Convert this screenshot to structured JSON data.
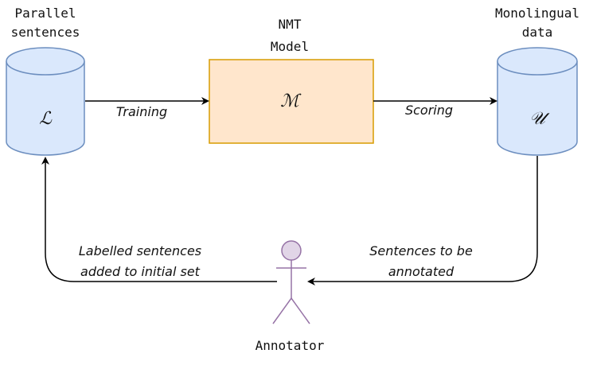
{
  "nodes": {
    "parallel": {
      "label_line1": "Parallel",
      "label_line2": "sentences",
      "symbol": "ℒ"
    },
    "model": {
      "label_line1": "NMT",
      "label_line2": "Model",
      "symbol": "ℳ"
    },
    "monolingual": {
      "label_line1": "Monolingual",
      "label_line2": "data",
      "symbol": "𝒰"
    },
    "annotator": {
      "label": "Annotator"
    }
  },
  "edges": {
    "training": "Training",
    "scoring": "Scoring",
    "to_annotate_line1": "Sentences to be",
    "to_annotate_line2": "annotated",
    "labelled_line1": "Labelled sentences",
    "labelled_line2": "added to initial set"
  },
  "colors": {
    "cylinder_fill": "#dae8fc",
    "cylinder_stroke": "#6c8ebf",
    "model_fill": "#ffe6cc",
    "model_stroke": "#d79b00",
    "actor_fill": "#e1d5e7",
    "actor_stroke": "#9673a6",
    "edge": "#000000"
  }
}
